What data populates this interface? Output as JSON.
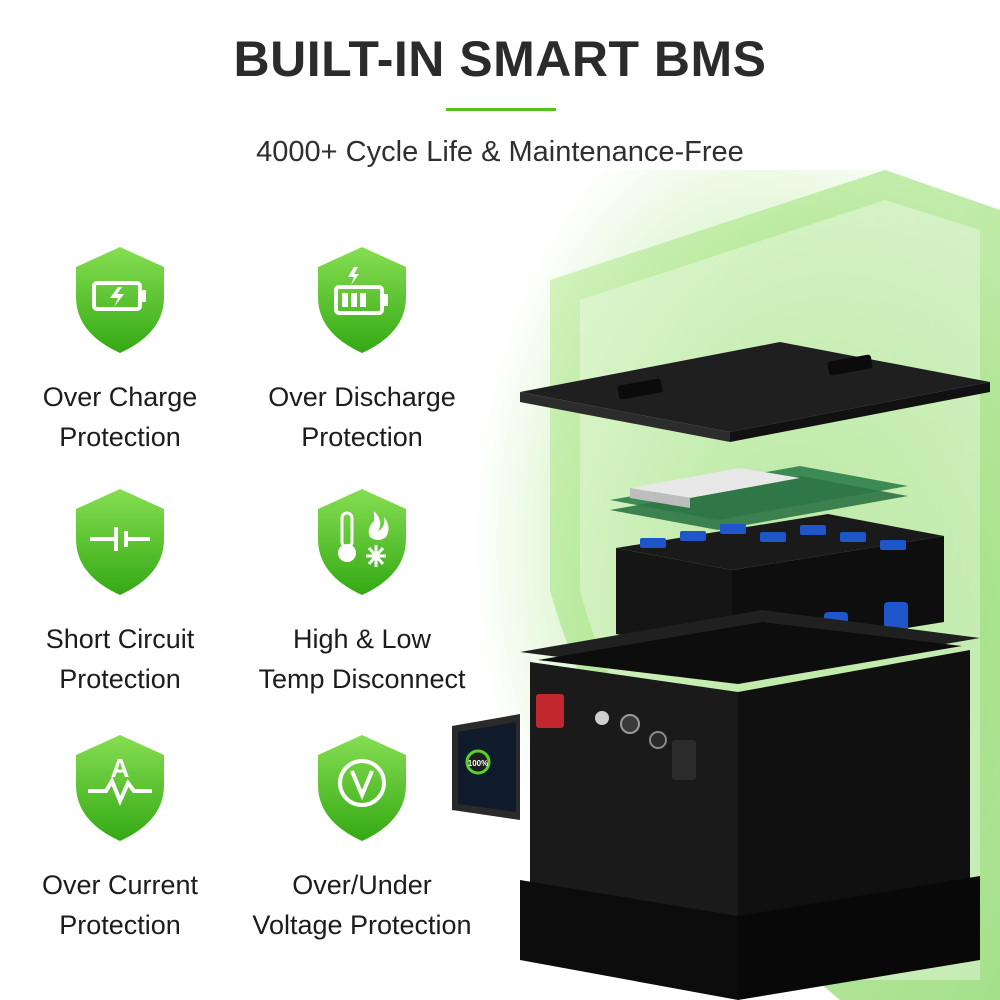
{
  "header": {
    "title": "BUILT-IN SMART BMS",
    "subtitle": "4000+ Cycle Life & Maintenance-Free"
  },
  "features": [
    {
      "icon": "battery-charge-icon",
      "line1": "Over Charge",
      "line2": "Protection"
    },
    {
      "icon": "battery-discharge-icon",
      "line1": "Over Discharge",
      "line2": "Protection"
    },
    {
      "icon": "short-circuit-icon",
      "line1": "Short Circuit",
      "line2": "Protection"
    },
    {
      "icon": "temperature-icon",
      "line1": "High & Low",
      "line2": "Temp Disconnect"
    },
    {
      "icon": "ampere-icon",
      "line1": "Over Current",
      "line2": "Protection"
    },
    {
      "icon": "voltage-icon",
      "line1": "Over/Under",
      "line2": "Voltage Protection"
    }
  ],
  "display": {
    "percent": "100%"
  },
  "colors": {
    "accent": "#52c21d",
    "shield_top": "#7ed957",
    "shield_bottom": "#3fae1a",
    "battery_body": "#1c1c1c",
    "cell_blue": "#1f56c9",
    "terminal_red": "#c1272d"
  }
}
